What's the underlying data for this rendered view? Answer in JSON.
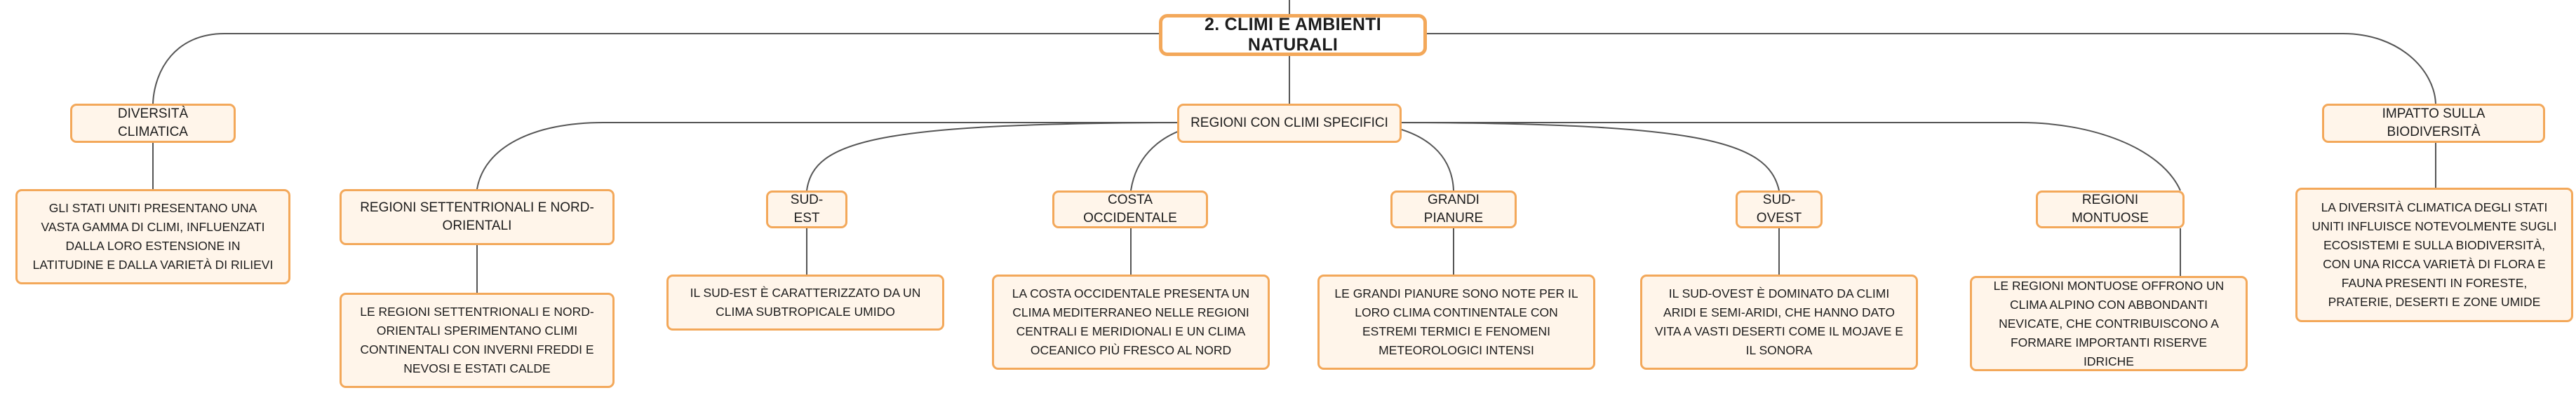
{
  "root": {
    "label": "2. CLIMI E AMBIENTI NATURALI"
  },
  "branches": [
    {
      "label": "DIVERSITÀ CLIMATICA",
      "detail": "GLI STATI UNITI PRESENTANO UNA VASTA GAMMA DI CLIMI, INFLUENZATI DALLA LORO ESTENSIONE IN LATITUDINE E DALLA VARIETÀ DI RILIEVI"
    },
    {
      "label": "REGIONI CON CLIMI SPECIFICI",
      "children": [
        {
          "label": "REGIONI SETTENTRIONALI E NORD-ORIENTALI",
          "detail": "LE REGIONI SETTENTRIONALI E NORD-ORIENTALI SPERIMENTANO CLIMI CONTINENTALI CON INVERNI FREDDI E NEVOSI E ESTATI CALDE"
        },
        {
          "label": "SUD-EST",
          "detail": "IL SUD-EST È CARATTERIZZATO DA UN CLIMA SUBTROPICALE UMIDO"
        },
        {
          "label": "COSTA OCCIDENTALE",
          "detail": "LA COSTA OCCIDENTALE PRESENTA UN CLIMA MEDITERRANEO NELLE REGIONI CENTRALI E MERIDIONALI E UN CLIMA OCEANICO PIÙ FRESCO AL NORD"
        },
        {
          "label": "GRANDI PIANURE",
          "detail": "LE GRANDI PIANURE SONO NOTE PER IL LORO CLIMA CONTINENTALE CON ESTREMI TERMICI E FENOMENI METEOROLOGICI INTENSI"
        },
        {
          "label": "SUD-OVEST",
          "detail": "IL SUD-OVEST È DOMINATO DA CLIMI ARIDI E SEMI-ARIDI, CHE HANNO DATO VITA A VASTI DESERTI COME IL MOJAVE E IL SONORA"
        },
        {
          "label": "REGIONI MONTUOSE",
          "detail": "LE REGIONI MONTUOSE OFFRONO UN CLIMA ALPINO CON ABBONDANTI NEVICATE, CHE CONTRIBUISCONO A FORMARE IMPORTANTI RISERVE IDRICHE"
        }
      ]
    },
    {
      "label": "IMPATTO SULLA BIODIVERSITÀ",
      "detail": "LA DIVERSITÀ CLIMATICA DEGLI STATI UNITI INFLUISCE NOTEVOLMENTE SUGLI ECOSISTEMI E SULLA BIODIVERSITÀ, CON UNA RICCA VARIETÀ DI FLORA E FAUNA PRESENTI IN FORESTE, PRATERIE, DESERTI E ZONE UMIDE"
    }
  ],
  "colors": {
    "node_border": "#f3a85a",
    "node_fill": "#fff5ea",
    "connector": "#555555"
  }
}
